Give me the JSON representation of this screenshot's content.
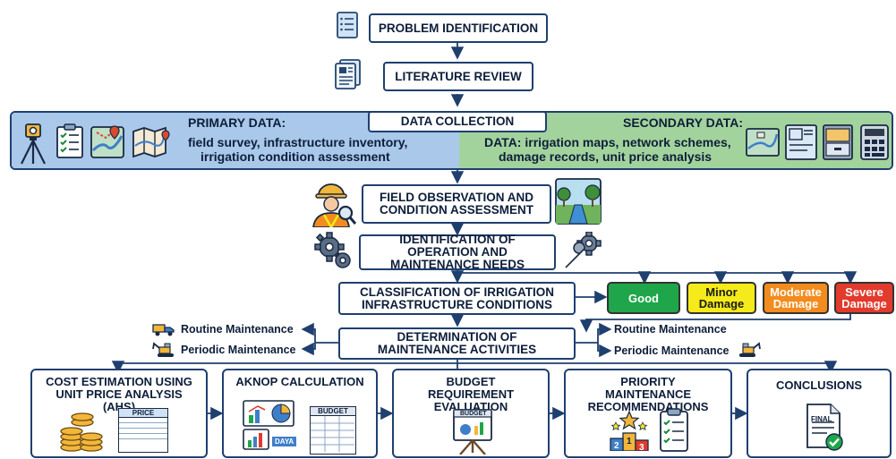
{
  "steps": {
    "problem": "PROBLEM IDENTIFICATION",
    "literature": "LITERATURE REVIEW",
    "data_collection": "DATA COLLECTION",
    "field_obs": "FIELD OBSERVATION AND CONDITION ASSESSMENT",
    "identification": "IDENTIFICATION OF OPERATION AND MAINTENANCE NEEDS",
    "classification": "CLASSIFICATION OF IRRIGATION INFRASTRUCTURE CONDITIONS",
    "determination": "DETERMINATION OF MAINTENANCE ACTIVITIES"
  },
  "primary": {
    "title": "PRIMARY DATA:",
    "line1": "field survey, infrastructure inventory,",
    "line2": "irrigation condition assessment"
  },
  "secondary": {
    "title": "SECONDARY DATA:",
    "line1": "DATA: irrigation maps, network schemes,",
    "line2": "damage records, unit price analysis"
  },
  "conditions": [
    {
      "label": "Good",
      "color": "#1fa64a",
      "text_color": "#ffffff"
    },
    {
      "label": "Minor Damage",
      "color": "#f5ea1a",
      "text_color": "#1a1a1a"
    },
    {
      "label": "Moderate Damage",
      "color": "#f28c1e",
      "text_color": "#ffffff"
    },
    {
      "label": "Severe Damage",
      "color": "#e23a2c",
      "text_color": "#ffffff"
    }
  ],
  "maintenance_left": [
    "Routine Maintenance",
    "Periodic Maintenance"
  ],
  "maintenance_right": [
    "Routine Maintenance",
    "Periodic Maintenance"
  ],
  "bottom": [
    "COST ESTIMATION USING UNIT PRICE ANALYSIS (AHS)",
    "AKNOP CALCULATION",
    "BUDGET REQUIREMENT EVALUATION",
    "PRIORITY MAINTENANCE RECOMMENDATIONS",
    "CONCLUSIONS"
  ],
  "icon_text": {
    "price_header": "PRICE",
    "budget1": "BUDGET",
    "daya": "DAYA",
    "budget2": "BUDGET",
    "final": "FINAL",
    "rank1": "1",
    "rank2": "2",
    "rank3": "3"
  },
  "colors": {
    "primary_bg": "#a9c8ea",
    "secondary_bg": "#a3d39c",
    "border": "#1f3f6f",
    "arrow": "#1f3f6f"
  }
}
